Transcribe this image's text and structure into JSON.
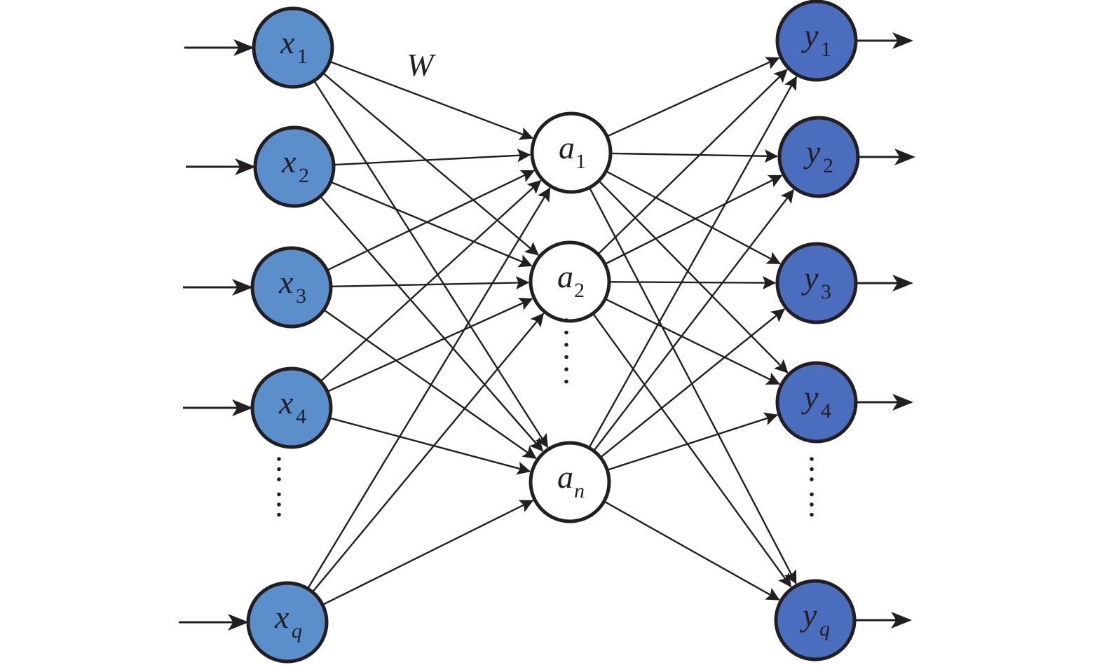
{
  "title": "Neural network diagram (input, hidden, output layers)",
  "weight_label": "W",
  "colors": {
    "input_fill": "#5b8fcc",
    "hidden_fill": "#ffffff",
    "output_fill": "#4a6dbd",
    "stroke": "#231f20"
  },
  "layers": {
    "input": {
      "nodes": [
        {
          "id": "x1",
          "base": "x",
          "sub": "1",
          "sub_italic": false
        },
        {
          "id": "x2",
          "base": "x",
          "sub": "2",
          "sub_italic": false
        },
        {
          "id": "x3",
          "base": "x",
          "sub": "3",
          "sub_italic": false
        },
        {
          "id": "x4",
          "base": "x",
          "sub": "4",
          "sub_italic": false
        },
        {
          "id": "xq",
          "base": "x",
          "sub": "q",
          "sub_italic": true
        }
      ],
      "ellipsis_after_index": 3
    },
    "hidden": {
      "nodes": [
        {
          "id": "a1",
          "base": "a",
          "sub": "1",
          "sub_italic": false
        },
        {
          "id": "a2",
          "base": "a",
          "sub": "2",
          "sub_italic": false
        },
        {
          "id": "an",
          "base": "a",
          "sub": "n",
          "sub_italic": true
        }
      ],
      "ellipsis_after_index": 1
    },
    "output": {
      "nodes": [
        {
          "id": "y1",
          "base": "y",
          "sub": "1",
          "sub_italic": false
        },
        {
          "id": "y2",
          "base": "y",
          "sub": "2",
          "sub_italic": false
        },
        {
          "id": "y3",
          "base": "y",
          "sub": "3",
          "sub_italic": false
        },
        {
          "id": "y4",
          "base": "y",
          "sub": "4",
          "sub_italic": false
        },
        {
          "id": "yq",
          "base": "y",
          "sub": "q",
          "sub_italic": true
        }
      ],
      "ellipsis_after_index": 3
    }
  },
  "connections": {
    "input_to_hidden": "fully-connected",
    "hidden_to_output": "fully-connected",
    "input_arrows": true,
    "output_arrows": true
  }
}
